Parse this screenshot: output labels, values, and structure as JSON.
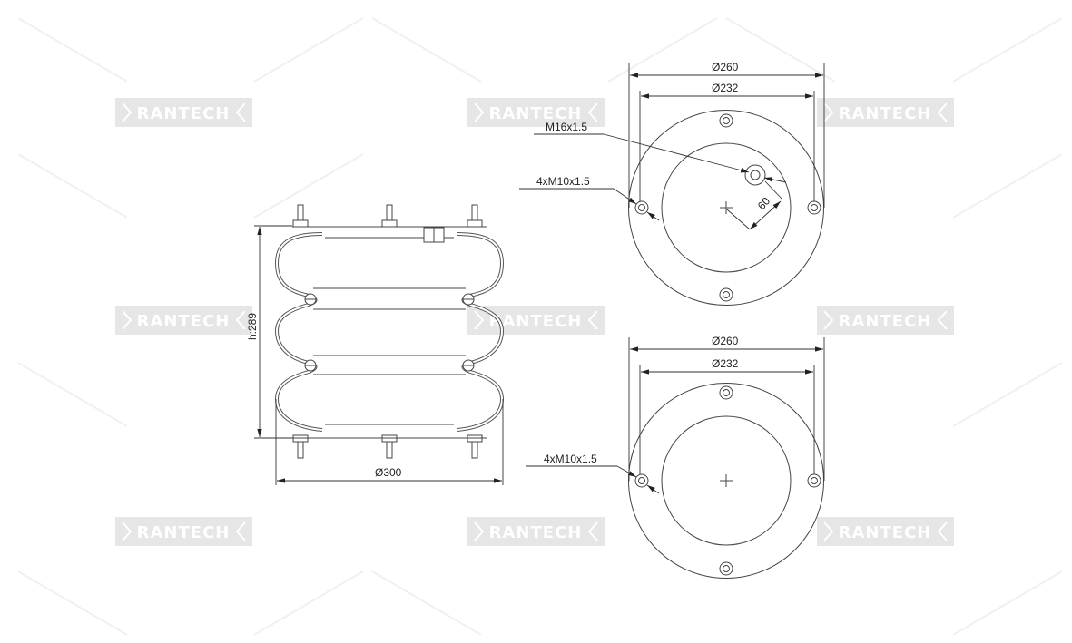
{
  "watermark": {
    "text": "RANTECH",
    "color": "#e6e6e6"
  },
  "side_view": {
    "height_label": "h:289",
    "diameter_label": "Ø300"
  },
  "top_plate_view": {
    "outer_diameter_label": "Ø260",
    "bolt_circle_label": "Ø232",
    "air_port_label": "M16x1.5",
    "bolts_label": "4xM10x1.5",
    "offset_label": "60"
  },
  "bottom_plate_view": {
    "outer_diameter_label": "Ø260",
    "bolt_circle_label": "Ø232",
    "bolts_label": "4xM10x1.5"
  }
}
